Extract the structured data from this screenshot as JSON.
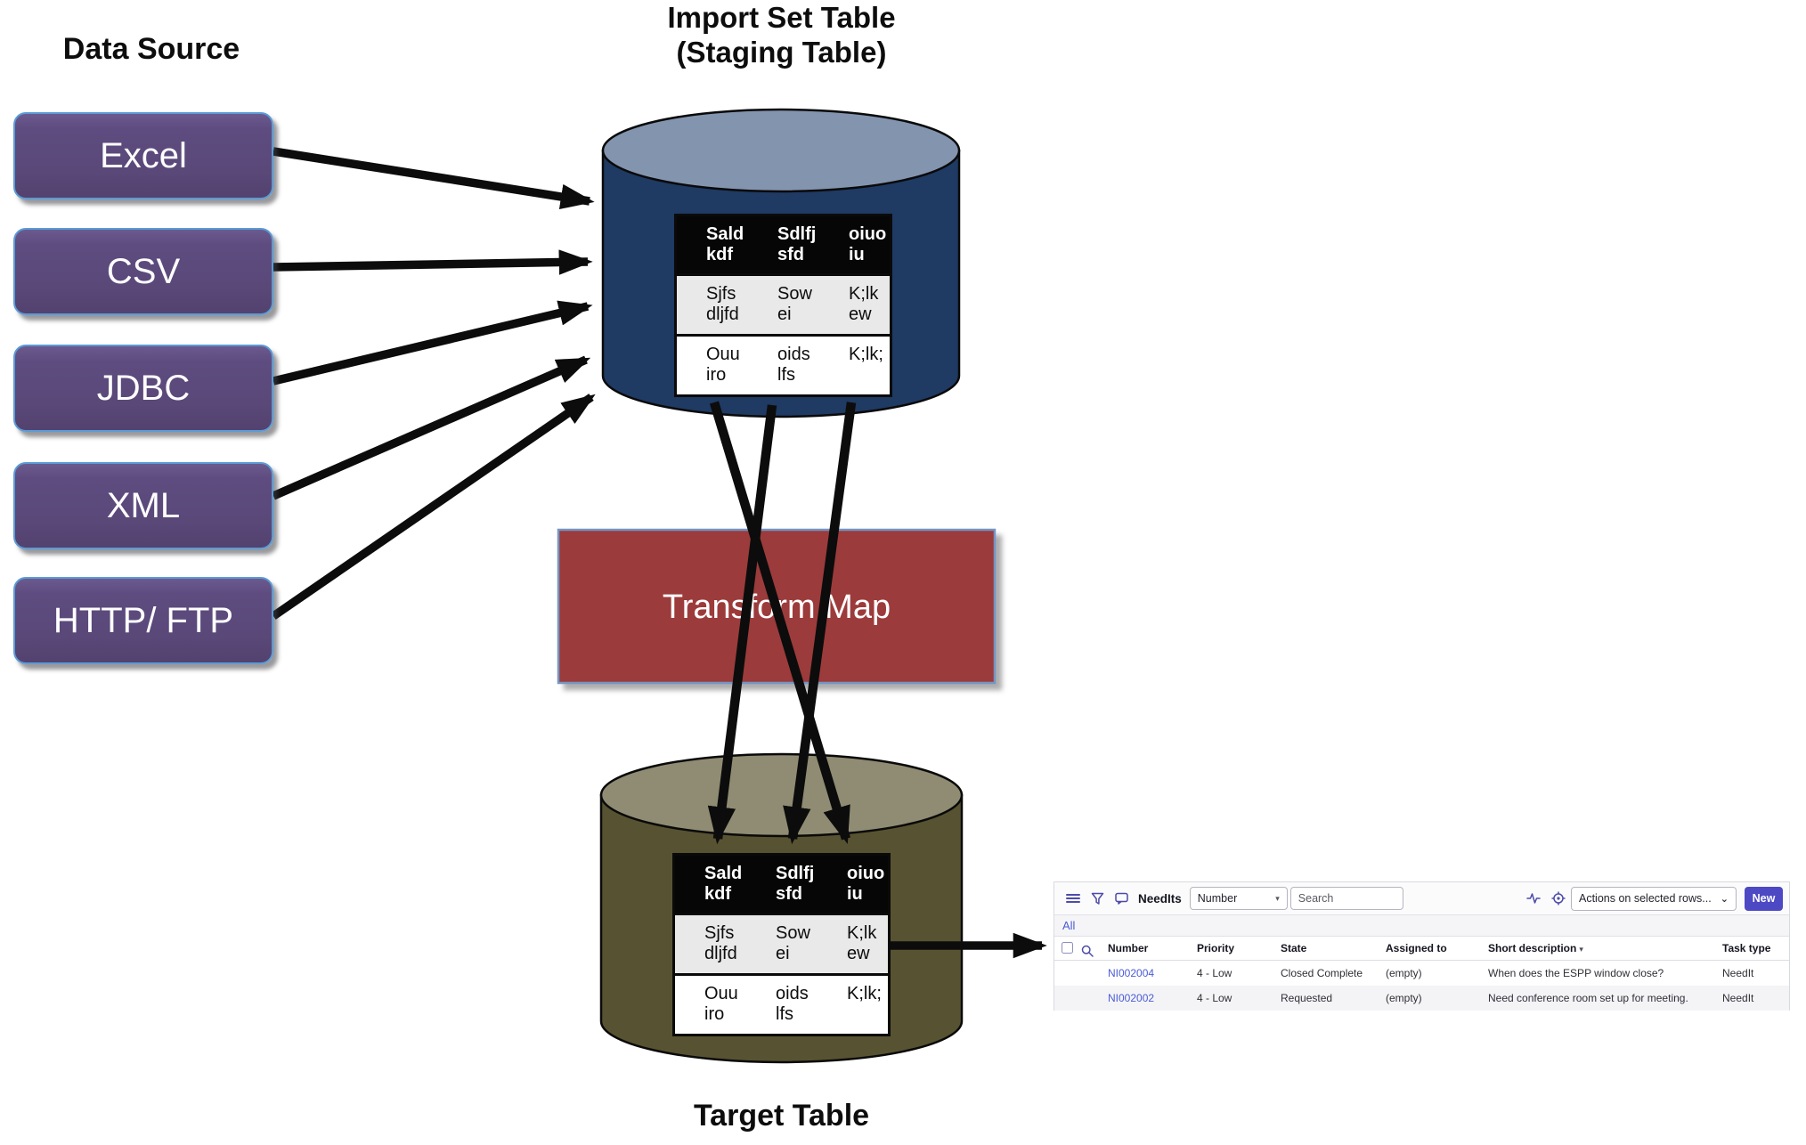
{
  "diagram": {
    "data_source": {
      "title": "Data Source",
      "items": [
        "Excel",
        "CSV",
        "JDBC",
        "XML",
        "HTTP/ FTP"
      ]
    },
    "staging": {
      "title_line1": "Import Set Table",
      "title_line2": "(Staging Table)"
    },
    "transform": {
      "label": "Transform Map"
    },
    "target": {
      "title": "Target Table"
    },
    "table": {
      "headers": [
        "Sald kdf",
        "Sdlfj sfd",
        "oiuo iu"
      ],
      "rows": [
        [
          "Sjfs dljfd",
          "Sow ei",
          "K;lk ew"
        ],
        [
          "Ouu iro",
          "oids lfs",
          "K;lk;"
        ]
      ]
    }
  },
  "list": {
    "toolbar": {
      "title": "NeedIts",
      "filter_value": "Number",
      "search_placeholder": "Search",
      "actions_label": "Actions on selected rows...",
      "new_label": "New"
    },
    "breadcrumb": "All",
    "columns": [
      "Number",
      "Priority",
      "State",
      "Assigned to",
      "Short description",
      "Task type"
    ],
    "rows": [
      {
        "number": "NI002004",
        "priority": "4 - Low",
        "state": "Closed Complete",
        "assigned_to": "(empty)",
        "short_description": "When does the ESPP window close?",
        "task_type": "NeedIt"
      },
      {
        "number": "NI002002",
        "priority": "4 - Low",
        "state": "Requested",
        "assigned_to": "(empty)",
        "short_description": "Need conference room set up for meeting.",
        "task_type": "NeedIt"
      }
    ]
  },
  "colors": {
    "purple_box": "#594878",
    "purple_border": "#5b9bd5",
    "navy_cylinder": "#1f3a63",
    "navy_cylinder_top": "#8394af",
    "olive_cylinder": "#575231",
    "olive_cylinder_top": "#8f8c73",
    "transform_red": "#9c3b3a",
    "transform_border": "#7396c4",
    "arrow_black": "#0c0c0c",
    "accent_indigo": "#4c4ba8",
    "link_blue": "#4a5bd4",
    "new_button": "#4d49c4"
  }
}
